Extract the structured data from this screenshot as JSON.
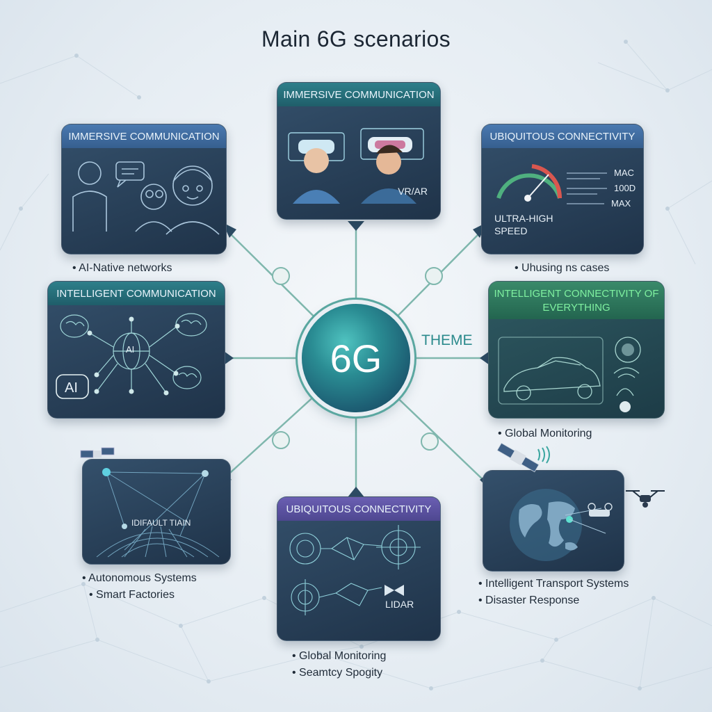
{
  "title": "Main 6G scenarios",
  "hub": {
    "label": "6G",
    "theme": "THEME"
  },
  "cards": {
    "top_left": {
      "heading": "IMMERSIVE COMMUNICATION"
    },
    "top_center": {
      "heading": "IMMERSIVE COMMUNICATION",
      "art_label": "VR/AR"
    },
    "top_right": {
      "heading": "UBIQUITOUS CONNECTIVITY",
      "art_label": "ULTRA-HIGH SPEED",
      "speed_labels": [
        "MAC",
        "100D",
        "MAX"
      ]
    },
    "mid_left": {
      "heading": "INTELLIGENT COMMUNICATION",
      "art_ai_small": "AI",
      "art_ai_large": "AI"
    },
    "mid_right": {
      "heading": "INTELLIGENT CONNECTIVITY OF EVERYTHING"
    },
    "bottom_left": {
      "art_label": "IDIFAULT TIAIN"
    },
    "bottom_center": {
      "heading": "UBIQUITOUS CONNECTIVITY",
      "art_label": "LIDAR"
    },
    "bottom_right": {}
  },
  "bullets": {
    "top_left": [
      "AI-Native networks"
    ],
    "top_right": [
      "Uhusing ns cases"
    ],
    "mid_right": [
      "Global Monitoring"
    ],
    "bottom_left": [
      "Autonomous Systems",
      "Smart Factories"
    ],
    "bottom_center": [
      "Global Monitoring",
      "Seamtcy Spogity"
    ],
    "bottom_right": [
      "Intelligent Transport Systems",
      "Disaster Response"
    ]
  },
  "colors": {
    "card_bg": "#1f3349",
    "head_blue": "#4a79b0",
    "head_teal": "#2e7f8a",
    "head_green": "#3a8a6a",
    "head_purple": "#6b5fb3",
    "connector": "#7fb7ad",
    "hub": "#2a8c93"
  }
}
